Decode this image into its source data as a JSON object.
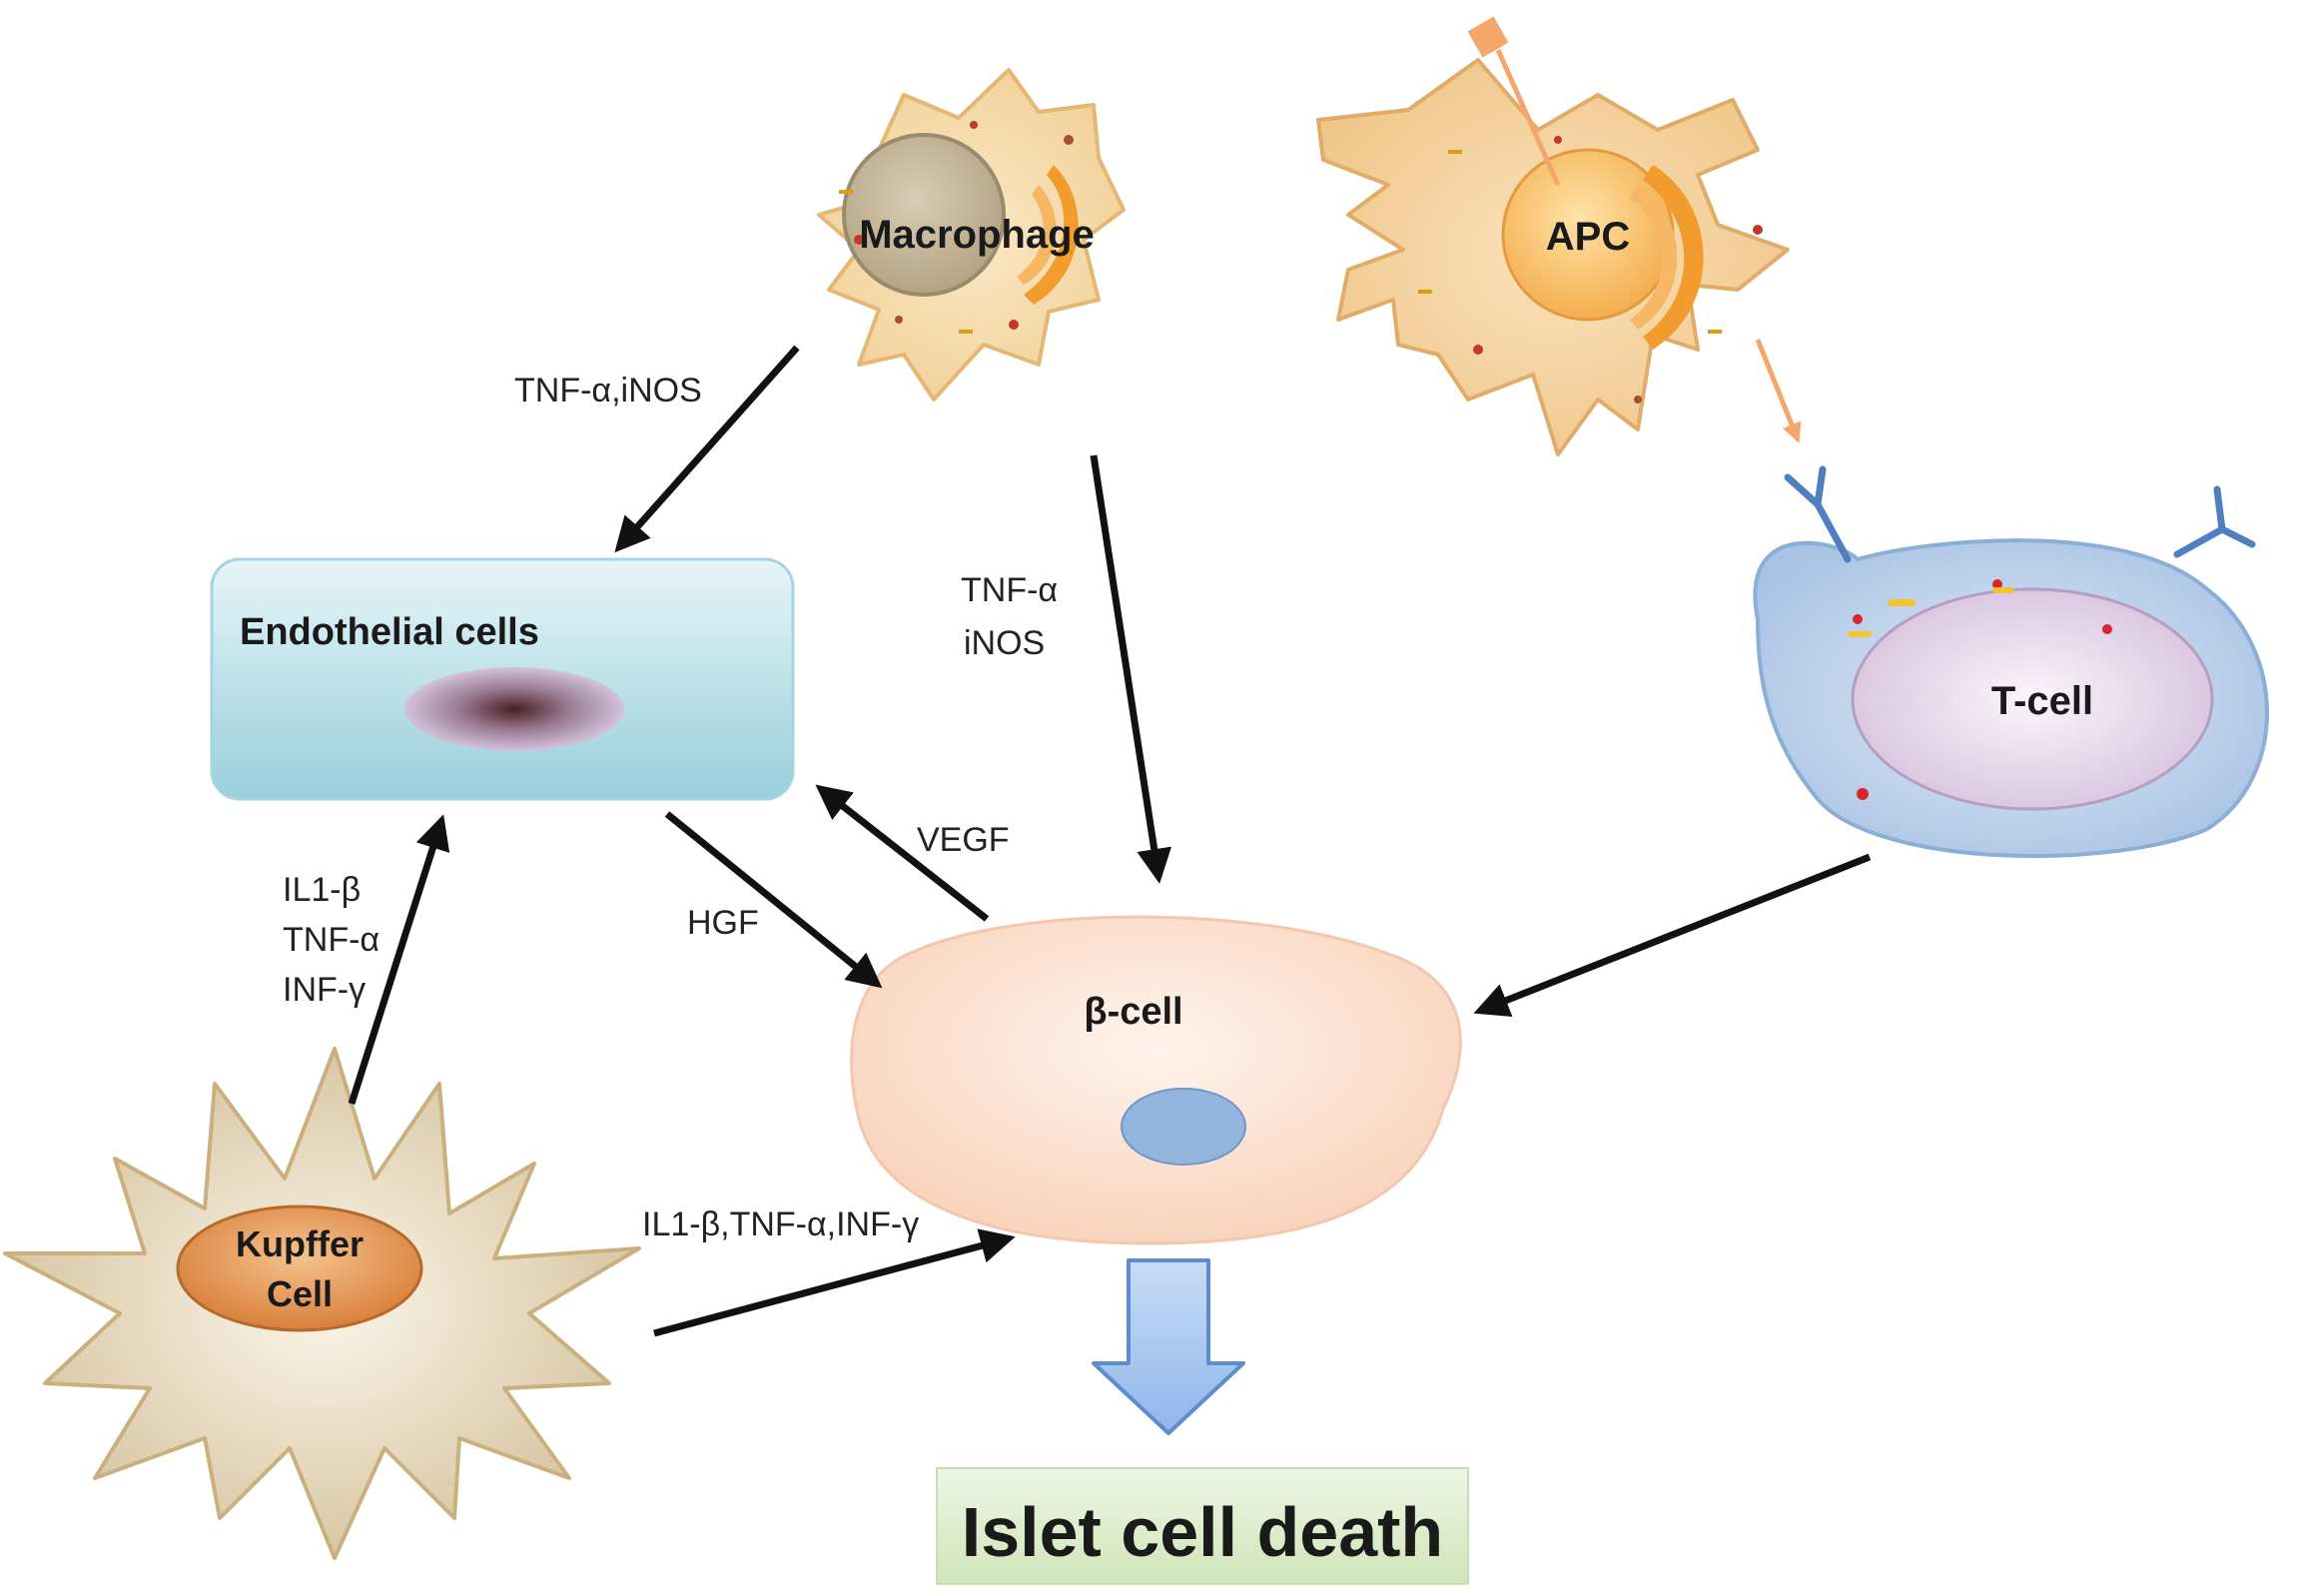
{
  "nodes": {
    "macrophage": "Macrophage",
    "apc": "APC",
    "endothelial": "Endothelial cells",
    "tcell": "T-cell",
    "beta": "β-cell",
    "kupffer_line1": "Kupffer",
    "kupffer_line2": "Cell"
  },
  "edges": {
    "macrophage_to_endothelial": "TNF-α,iNOS",
    "macrophage_to_beta_line1": "TNF-α",
    "macrophage_to_beta_line2": "iNOS",
    "beta_to_endothelial": "VEGF",
    "endothelial_to_beta": "HGF",
    "kupffer_to_endothelial_line1": "IL1-β",
    "kupffer_to_endothelial_line2": "TNF-α",
    "kupffer_to_endothelial_line3": "INF-γ",
    "kupffer_to_beta": "IL1-β,TNF-α,INF-γ"
  },
  "result": "Islet cell death",
  "colors": {
    "arrow": "#111111",
    "endothelial_top": "#dff1f5",
    "endothelial_bottom": "#9fd3de",
    "tcell": "#b7cde8",
    "beta": "#fbd9c6",
    "macrophage": "#f6d9a6",
    "apc": "#f3c98f",
    "kupffer_star": "#d8c49f",
    "kupffer_core": "#e39a56",
    "result_box": "#dcecc9",
    "down_arrow": "#a7c8f0"
  }
}
